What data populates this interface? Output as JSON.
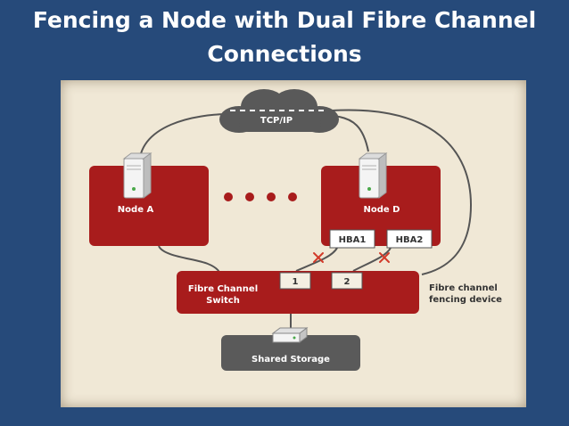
{
  "slide": {
    "title_line1": "Fencing a Node with Dual Fibre Channel",
    "title_line2": "Connections"
  },
  "diagram": {
    "network_label": "TCP/IP",
    "node_a_label": "Node A",
    "node_d_label": "Node D",
    "hba1_label": "HBA1",
    "hba2_label": "HBA2",
    "switch_label_line1": "Fibre Channel",
    "switch_label_line2": "Switch",
    "port1_label": "1",
    "port2_label": "2",
    "fencing_label_line1": "Fibre channel",
    "fencing_label_line2": "fencing device",
    "storage_label": "Shared Storage",
    "colors": {
      "background": "#264a7a",
      "panel": "#f0e8d6",
      "node_red": "#a81c1c",
      "storage_gray": "#5a5a5a",
      "line": "#555555",
      "fence_x": "#d23a2a"
    }
  }
}
